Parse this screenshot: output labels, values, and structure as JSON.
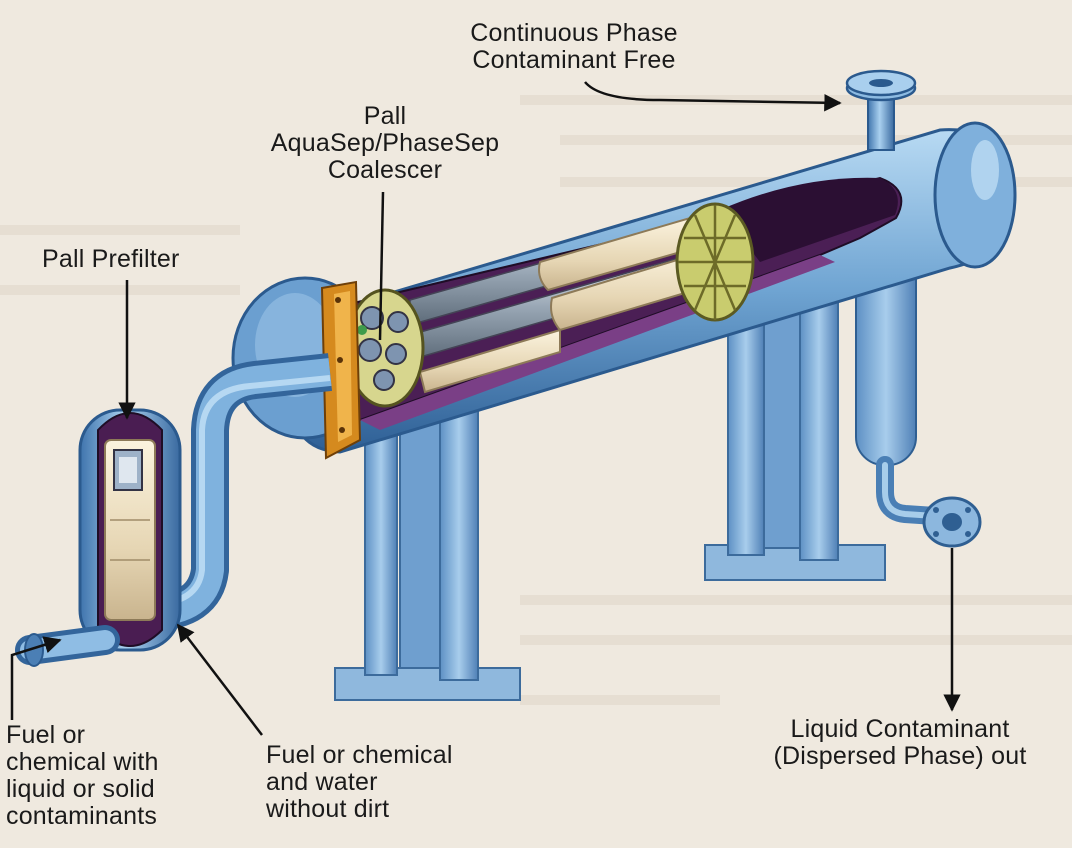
{
  "labels": {
    "continuous_phase": "Continuous Phase\nContaminant Free",
    "coalescer": "Pall\nAquaSep/PhaseSep\nCoalescer",
    "prefilter": "Pall Prefilter",
    "inlet": "Fuel or\nchemical with\nliquid or solid\ncontaminants",
    "intermediate": "Fuel or chemical\nand water\nwithout dirt",
    "outlet": "Liquid Contaminant\n(Dispersed Phase) out"
  },
  "colors": {
    "background": "#efe9df",
    "vessel_blue": "#7fb3de",
    "vessel_dark": "#3b6fa6",
    "interior_purple": "#4a1d52",
    "element_cream": "#e9dcc0",
    "flange_orange": "#d58a1e",
    "arrow": "#111111"
  }
}
